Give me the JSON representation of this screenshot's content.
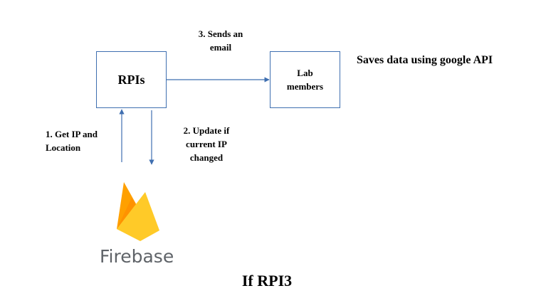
{
  "nodes": {
    "rpis": "RPIs",
    "lab_members": "Lab members"
  },
  "edges": {
    "sends_email": "3. Sends an email",
    "get_ip": "1. Get IP and Location",
    "update_ip": "2. Update if current IP changed"
  },
  "notes": {
    "saves_data": "Saves data using google API",
    "caption": "If RPI3"
  },
  "logo": {
    "name": "Firebase",
    "icon": "firebase-flame-icon"
  },
  "colors": {
    "box_border": "#3f6fb0",
    "arrow": "#3f6fb0",
    "logo_text": "#5f6368",
    "flame_yellow": "#ffca28",
    "flame_amber": "#ffa000",
    "flame_orange": "#f57c00"
  }
}
